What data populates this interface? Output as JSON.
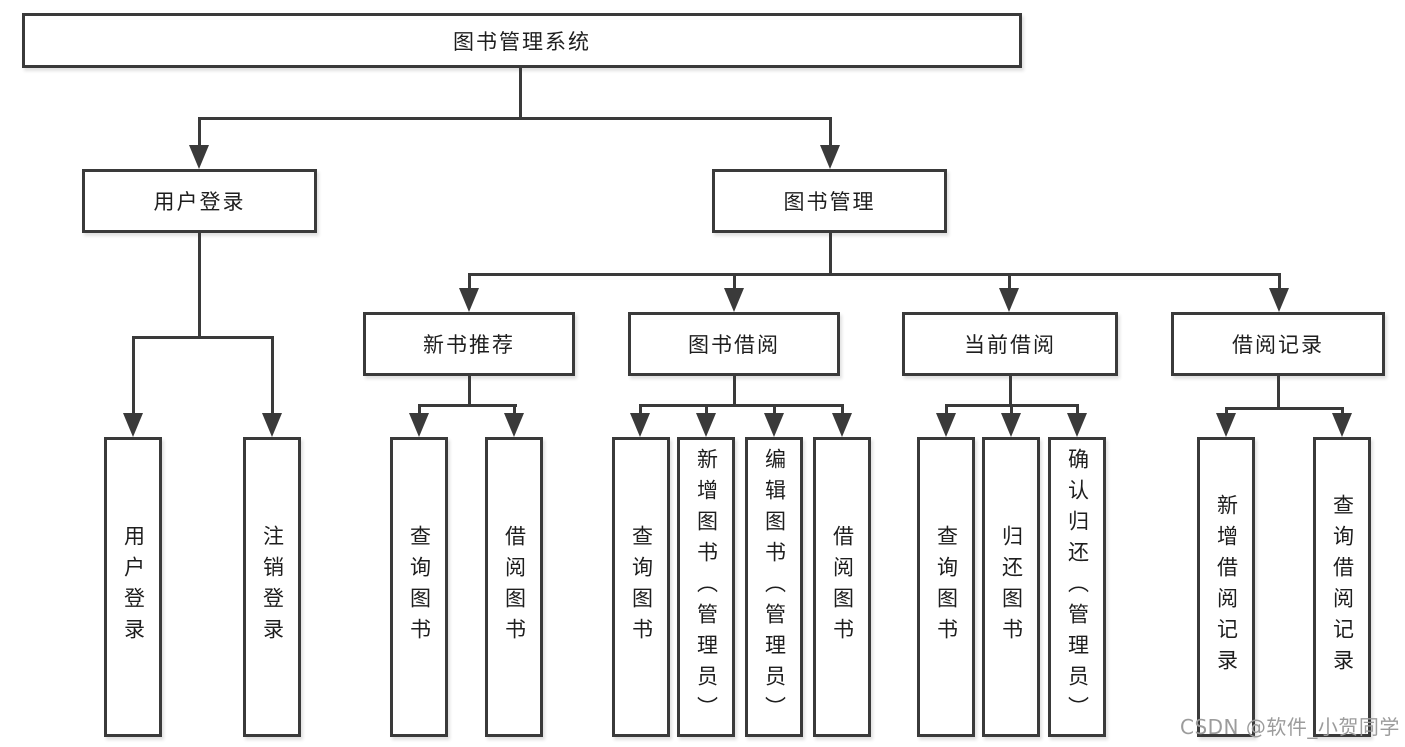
{
  "diagram_title": "图书管理系统",
  "colors": {
    "line": "#3a3a3a",
    "text": "#1e1e1e",
    "node_fill": "#ffffff",
    "watermark": "#9c9c9c"
  },
  "nodes": {
    "root": "图书管理系统",
    "user_login": "用户登录",
    "book_mgmt": "图书管理",
    "new_books": "新书推荐",
    "book_borrow": "图书借阅",
    "current_borrow": "当前借阅",
    "borrow_records": "借阅记录"
  },
  "leaves": {
    "user_login": [
      "用户登录",
      "注销登录"
    ],
    "new_books": [
      "查询图书",
      "借阅图书"
    ],
    "book_borrow": [
      "查询图书",
      "新增图书（管理员）",
      "编辑图书（管理员）",
      "借阅图书"
    ],
    "current_borrow": [
      "查询图书",
      "归还图书",
      "确认归还（管理员）"
    ],
    "borrow_records": [
      "新增借阅记录",
      "查询借阅记录"
    ]
  },
  "watermark": "CSDN @软件_小贺同学"
}
